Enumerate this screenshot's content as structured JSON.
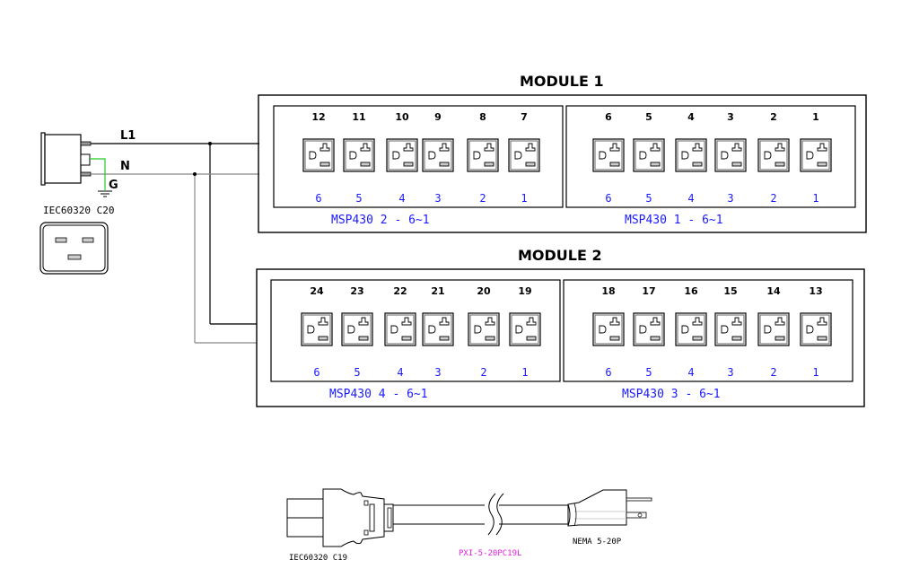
{
  "colors": {
    "line": "#000000",
    "neutral_wire": "#888888",
    "ground_wire": "#22cc22",
    "outlet_label": "#1a1aff",
    "cord_model": "#e020e0"
  },
  "inlet": {
    "label": "IEC60320  C20",
    "wires": {
      "line": "L1",
      "neutral": "N",
      "ground": "G"
    }
  },
  "modules": [
    {
      "title": "MODULE 1",
      "banks": [
        {
          "label": "MSP430 2 - 6~1",
          "outlet_numbers": [
            "12",
            "11",
            "10",
            "9",
            "8",
            "7"
          ],
          "channel_numbers": [
            "6",
            "5",
            "4",
            "3",
            "2",
            "1"
          ]
        },
        {
          "label": "MSP430 1 - 6~1",
          "outlet_numbers": [
            "6",
            "5",
            "4",
            "3",
            "2",
            "1"
          ],
          "channel_numbers": [
            "6",
            "5",
            "4",
            "3",
            "2",
            "1"
          ]
        }
      ]
    },
    {
      "title": "MODULE 2",
      "banks": [
        {
          "label": "MSP430 4 - 6~1",
          "outlet_numbers": [
            "24",
            "23",
            "22",
            "21",
            "20",
            "19"
          ],
          "channel_numbers": [
            "6",
            "5",
            "4",
            "3",
            "2",
            "1"
          ]
        },
        {
          "label": "MSP430 3 - 6~1",
          "outlet_numbers": [
            "18",
            "17",
            "16",
            "15",
            "14",
            "13"
          ],
          "channel_numbers": [
            "6",
            "5",
            "4",
            "3",
            "2",
            "1"
          ]
        }
      ]
    }
  ],
  "cord": {
    "connector_label": "IEC60320  C19",
    "model": "PXI-5-20PC19L",
    "plug_label": "NEMA 5-20P"
  }
}
